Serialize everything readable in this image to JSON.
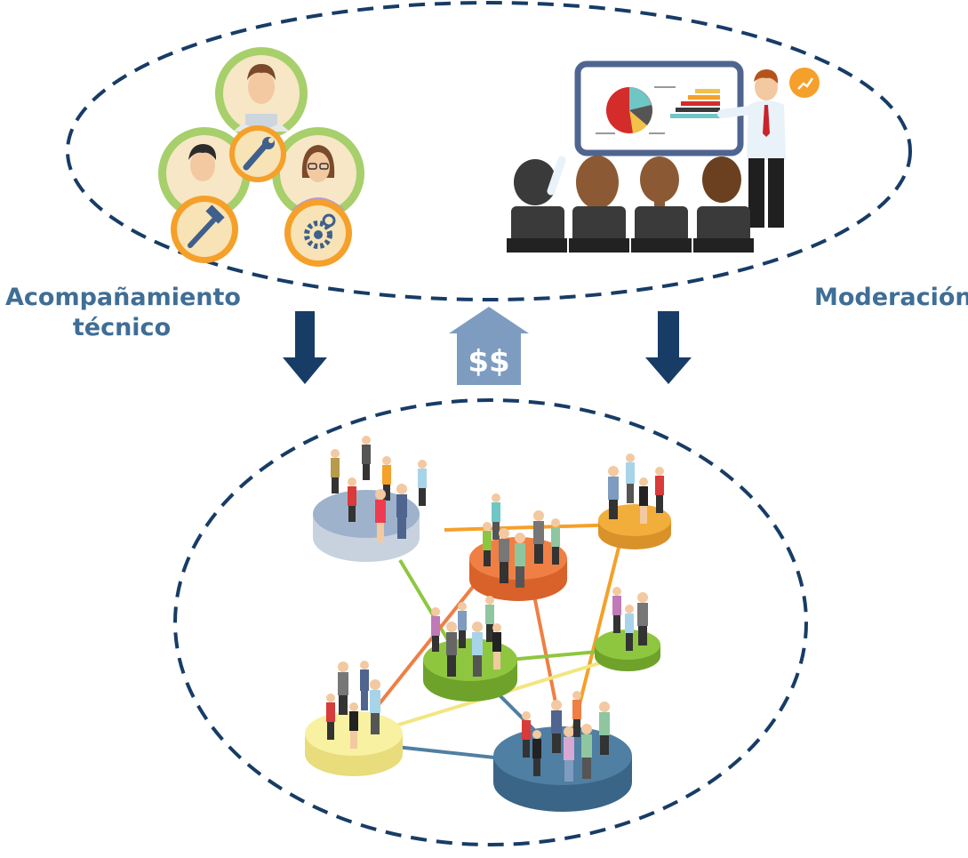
{
  "labels": {
    "technical_support_line1": "Acompañamiento",
    "technical_support_line2": "técnico",
    "moderation": "Moderación",
    "money": "$$"
  },
  "colors": {
    "arrow_dark": "#173c66",
    "arrow_light": "#7e9cc0",
    "dashed_outline": "#173c66",
    "label_text": "#3f6e96",
    "expert_ring": "#a7cf6b",
    "tool_ring": "#f5a02a",
    "group_blue_gray": "#9fb2cb",
    "group_orange": "#ef7f45",
    "group_yellow_orange": "#f2ae3a",
    "group_green": "#8fc63f",
    "group_pale_yellow": "#f7f1a1",
    "group_steel_blue": "#4f7fa3"
  },
  "icons": {
    "expert_tools": [
      "wrench-icon",
      "hammer-icon",
      "gear-icon"
    ],
    "presentation": [
      "pie-chart-icon",
      "bar-chart-icon",
      "trend-up-icon"
    ]
  }
}
